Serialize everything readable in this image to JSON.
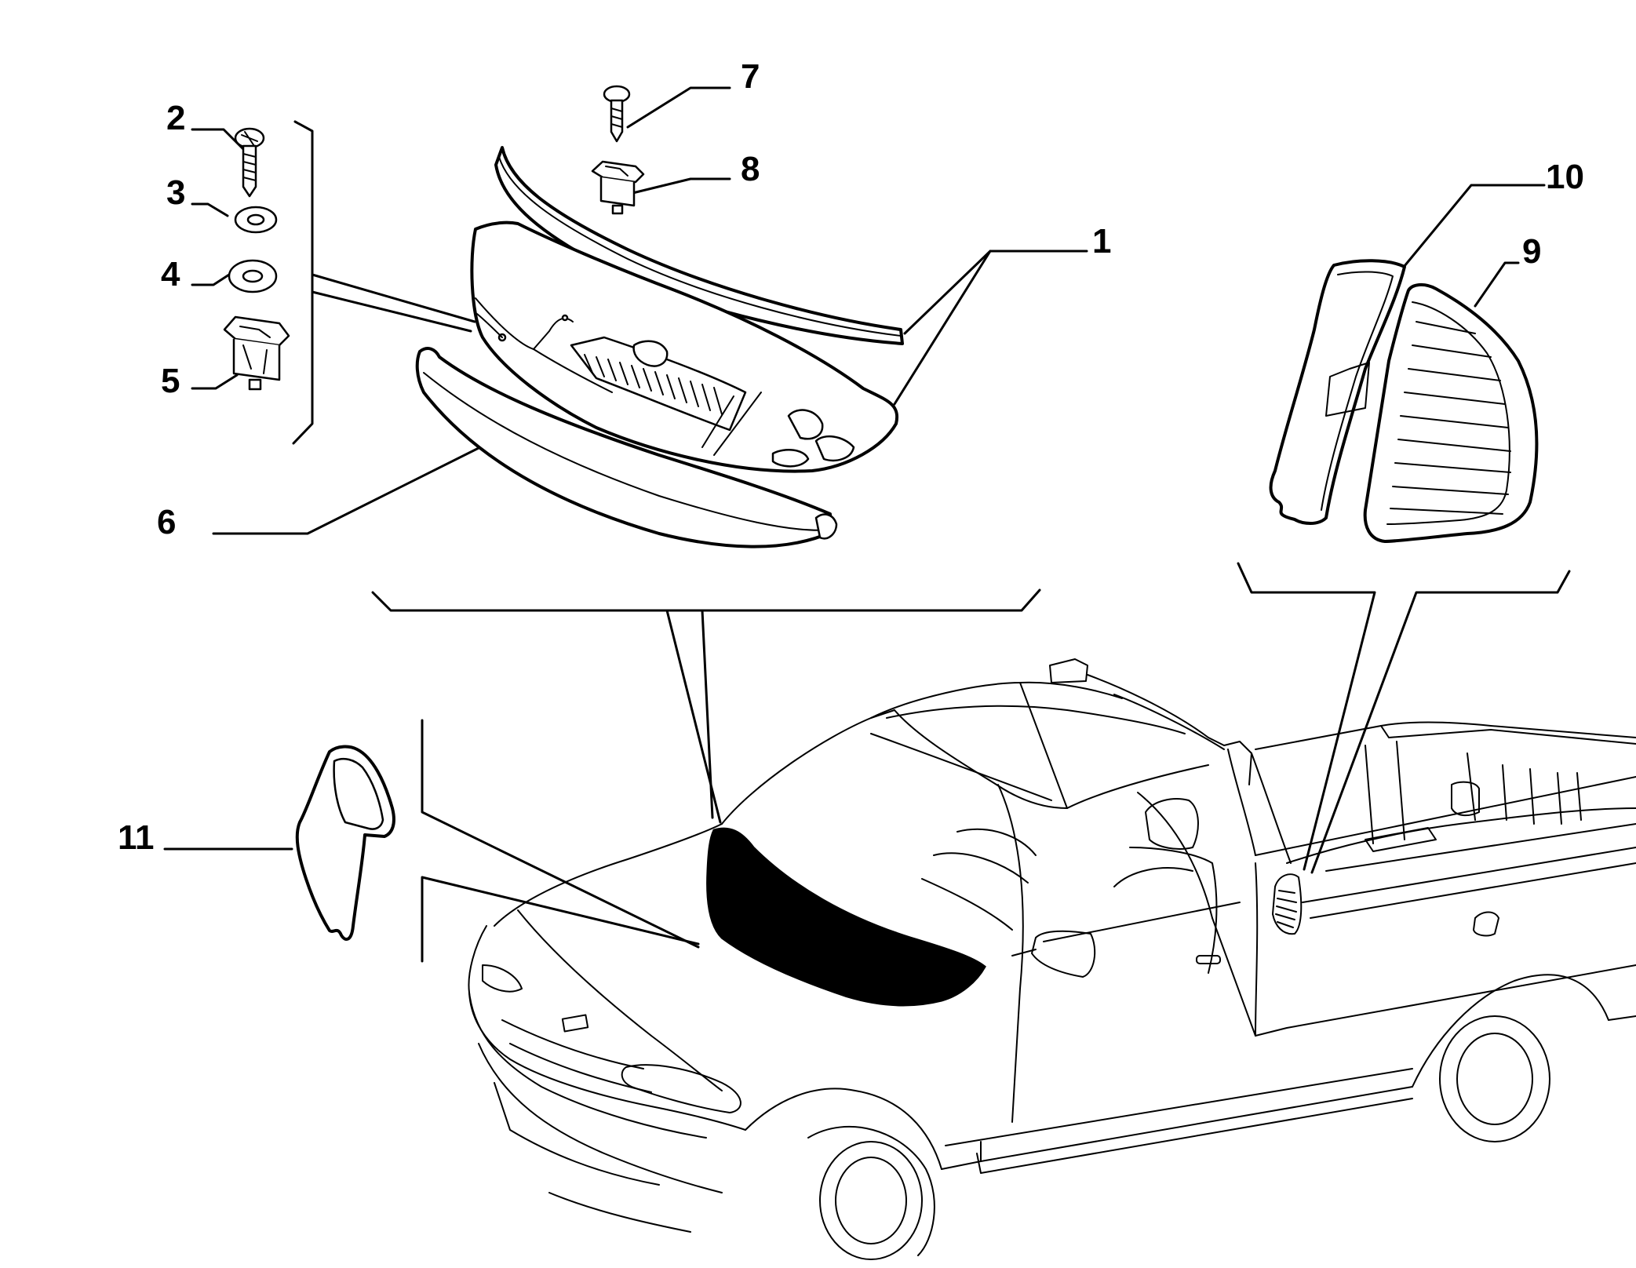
{
  "callouts": [
    {
      "id": "1",
      "label": "1"
    },
    {
      "id": "2",
      "label": "2"
    },
    {
      "id": "3",
      "label": "3"
    },
    {
      "id": "4",
      "label": "4"
    },
    {
      "id": "5",
      "label": "5"
    },
    {
      "id": "6",
      "label": "6"
    },
    {
      "id": "7",
      "label": "7"
    },
    {
      "id": "8",
      "label": "8"
    },
    {
      "id": "9",
      "label": "9"
    },
    {
      "id": "10",
      "label": "10"
    },
    {
      "id": "11",
      "label": "11"
    }
  ],
  "colors": {
    "ink": "#000000",
    "paper": "#ffffff"
  }
}
